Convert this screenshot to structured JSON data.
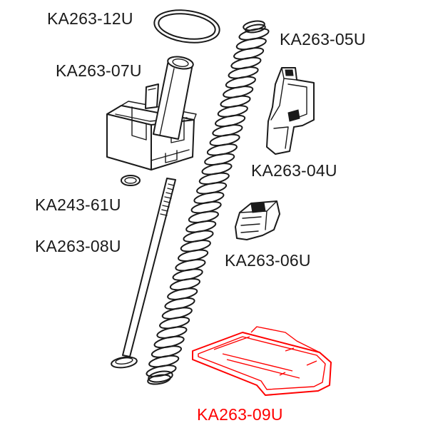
{
  "labels": {
    "oring_top": "KA263-12U",
    "spring": "KA263-05U",
    "nozzle_base": "KA263-07U",
    "valve_body": "KA263-04U",
    "small_oring": "KA243-61U",
    "rod": "KA263-08U",
    "follower": "KA263-06U",
    "baseplate": "KA263-09U"
  },
  "colors": {
    "line": "#1a1a1a",
    "highlight": "#ff0000"
  }
}
